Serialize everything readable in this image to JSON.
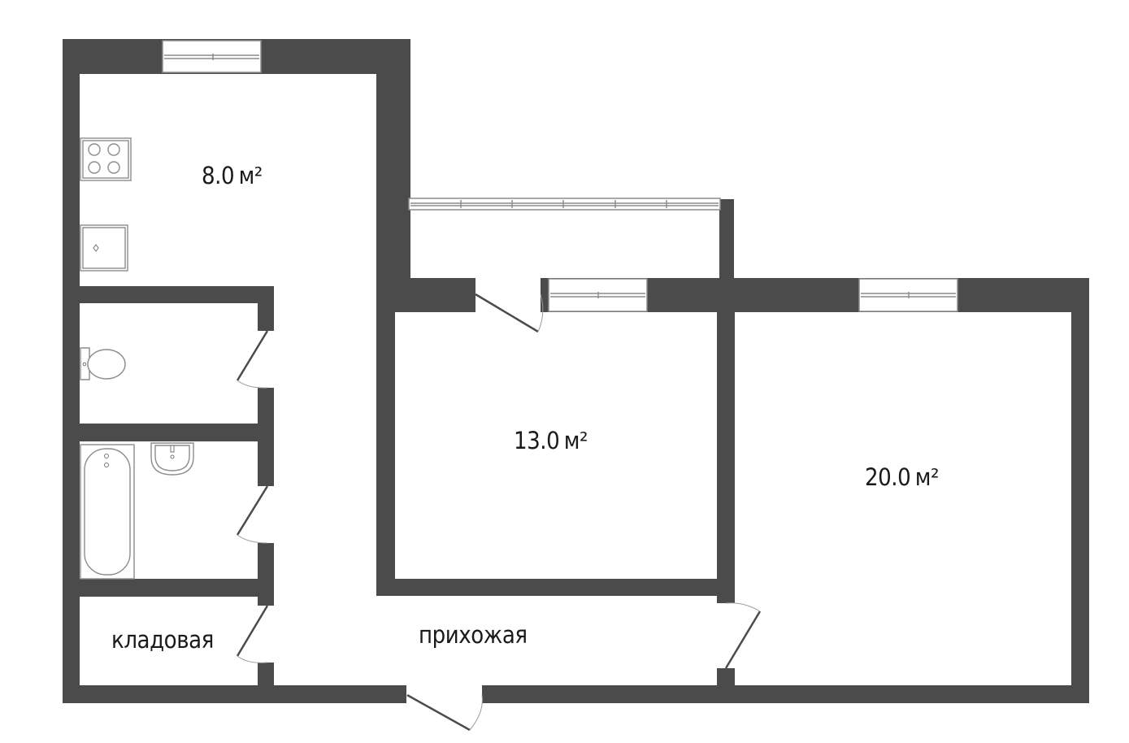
{
  "plan": {
    "rooms": [
      {
        "id": "kitchen",
        "area": "8.0",
        "unit": "м²"
      },
      {
        "id": "room-1",
        "area": "13.0",
        "unit": "м²"
      },
      {
        "id": "room-2",
        "area": "20.0",
        "unit": "м²"
      }
    ],
    "labels": {
      "storage": "кладовая",
      "hallway": "прихожая"
    }
  },
  "colors": {
    "wall": "#4b4b4b",
    "background": "#ffffff",
    "fixture_stroke": "#8c8c8c"
  },
  "icons": [
    "stove-icon",
    "sink-icon",
    "toilet-icon",
    "bathtub-icon",
    "washbasin-icon"
  ]
}
